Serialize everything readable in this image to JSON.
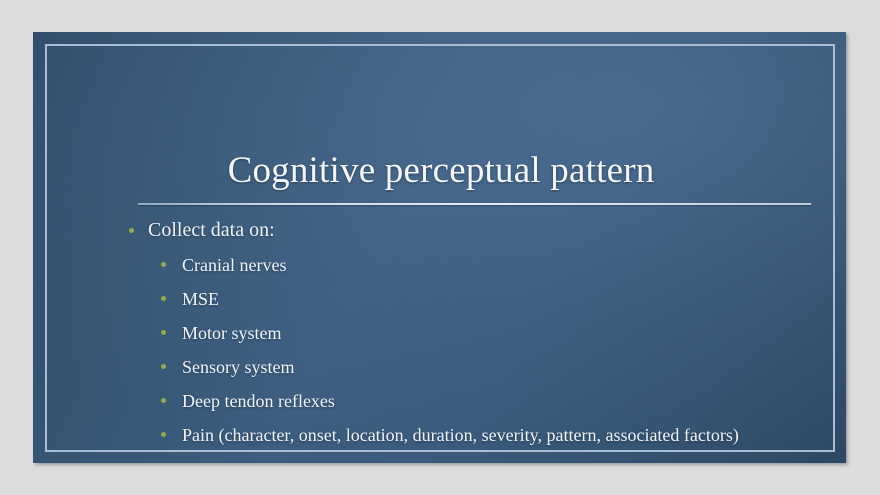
{
  "slide": {
    "title": "Cognitive perceptual pattern",
    "colors": {
      "page_background": "#dcdcde",
      "slide_background_dark": "#2c4762",
      "slide_background_light": "#3c5d80",
      "inner_frame": "#a9bdd4",
      "title_rule": "#e6edf4",
      "text": "#f1f4f9",
      "bullet_dot": "#93ad4d"
    },
    "content": [
      {
        "level": 1,
        "text": "Collect data on:",
        "bullet": "round-dot-bullet"
      },
      {
        "level": 2,
        "text": "Cranial nerves",
        "bullet": "round-dot-bullet"
      },
      {
        "level": 2,
        "text": "MSE",
        "bullet": "round-dot-bullet"
      },
      {
        "level": 2,
        "text": "Motor system",
        "bullet": "round-dot-bullet"
      },
      {
        "level": 2,
        "text": "Sensory system",
        "bullet": "round-dot-bullet"
      },
      {
        "level": 2,
        "text": "Deep tendon reflexes",
        "bullet": "round-dot-bullet"
      },
      {
        "level": 2,
        "text": "Pain (character, onset, location, duration, severity, pattern, associated factors)",
        "bullet": "round-dot-bullet"
      }
    ]
  }
}
